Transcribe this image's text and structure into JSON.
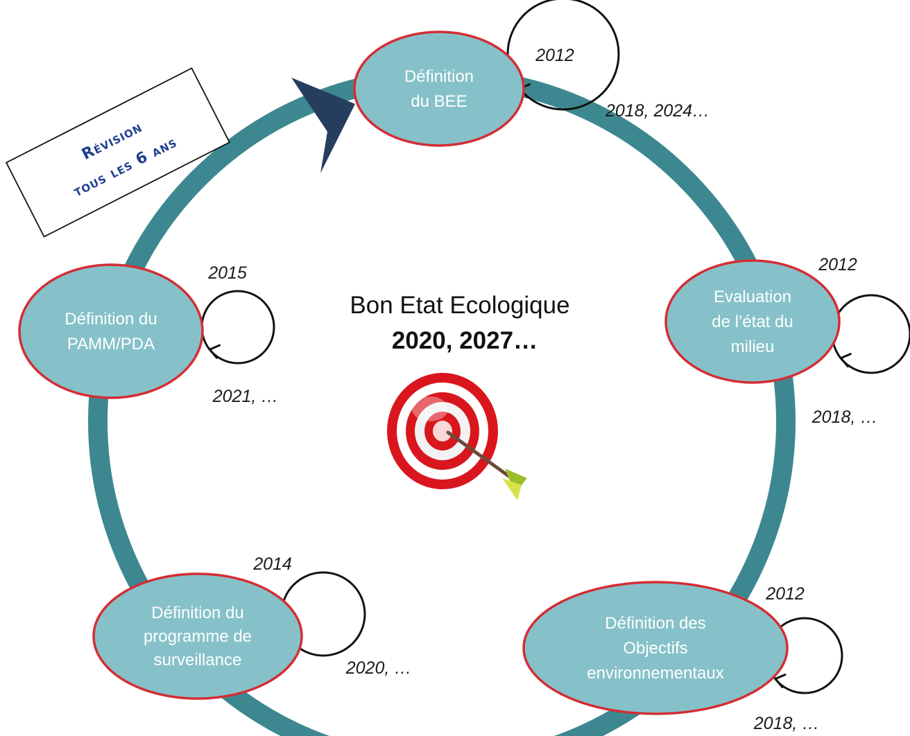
{
  "title": {
    "line1": "Bon Etat Ecologique",
    "line2": "2020, 2027…"
  },
  "revision": {
    "line1": "Révision",
    "line2": "tous les 6 ans"
  },
  "steps": [
    {
      "id": "bee",
      "lines": [
        "Définition",
        "du BEE"
      ],
      "year_first": "2012",
      "year_next": "2018, 2024…"
    },
    {
      "id": "etat",
      "lines": [
        "Evaluation",
        "de l’état du",
        "milieu"
      ],
      "year_first": "2012",
      "year_next": "2018, …"
    },
    {
      "id": "objectifs",
      "lines": [
        "Définition des",
        "Objectifs",
        "environnementaux"
      ],
      "year_first": "2012",
      "year_next": "2018, …"
    },
    {
      "id": "surveillance",
      "lines": [
        "Définition du",
        "programme de",
        "surveillance"
      ],
      "year_first": "2014",
      "year_next": "2020, …"
    },
    {
      "id": "pamm",
      "lines": [
        "Définition du",
        "PAMM/PDA"
      ],
      "year_first": "2015",
      "year_next": "2021, …"
    }
  ],
  "colors": {
    "ring": "#3d8890",
    "node_fill": "#86c1c9",
    "node_border": "#d42d35",
    "arrow_head": "#263e5e",
    "target_red": "#d9161e"
  },
  "icons": [
    "target-icon",
    "arrow-icon",
    "loop-arrow-icon",
    "cycle-arrowhead-icon"
  ]
}
